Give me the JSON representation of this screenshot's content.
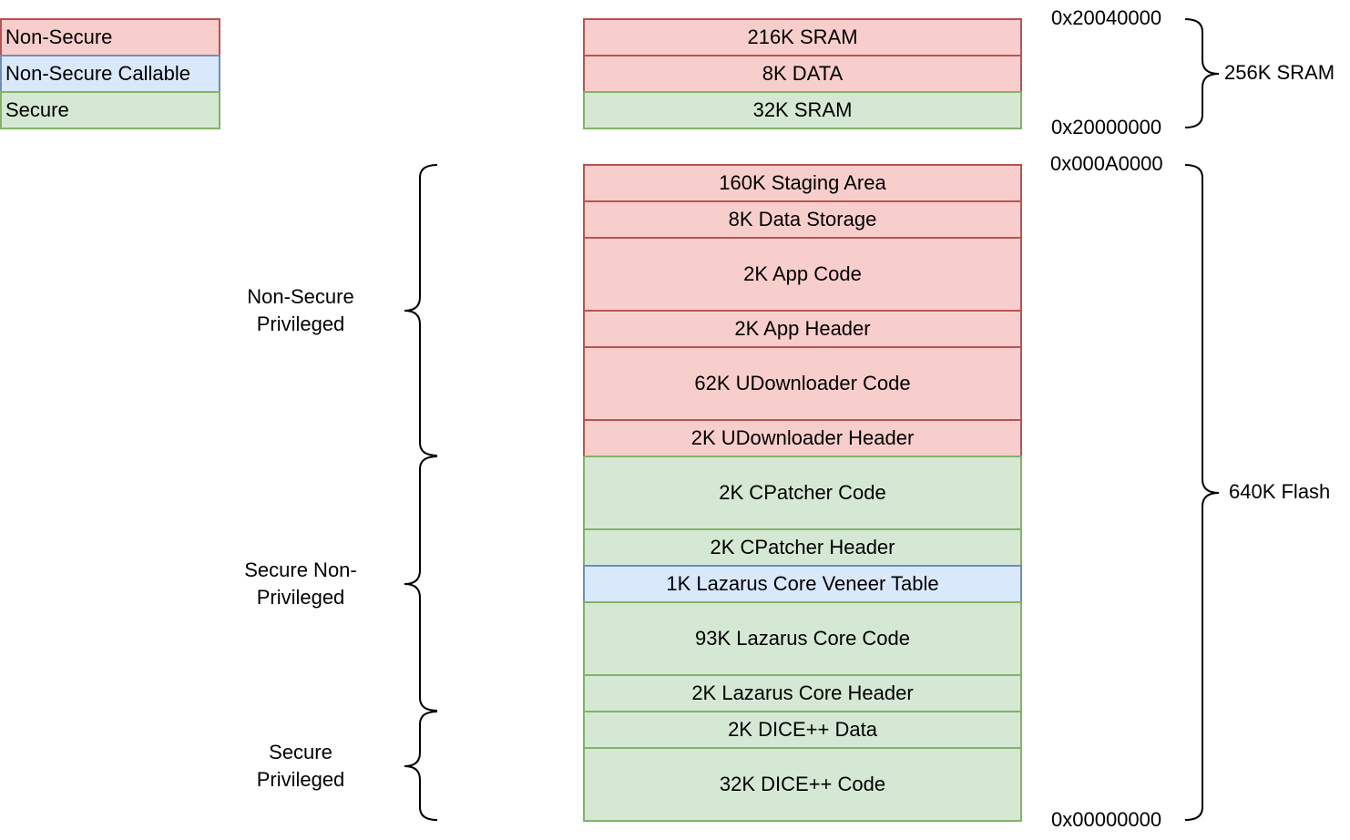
{
  "legend": {
    "non_secure": "Non-Secure",
    "non_secure_callable": "Non-Secure Callable",
    "secure": "Secure"
  },
  "sram_regions": [
    {
      "label": "216K SRAM",
      "type": "non-secure"
    },
    {
      "label": "8K DATA",
      "type": "non-secure"
    },
    {
      "label": "32K SRAM",
      "type": "secure"
    }
  ],
  "flash_regions": [
    {
      "label": "160K Staging Area",
      "type": "non-secure"
    },
    {
      "label": "8K Data Storage",
      "type": "non-secure"
    },
    {
      "label": "2K App Code",
      "type": "non-secure"
    },
    {
      "label": "2K App Header",
      "type": "non-secure"
    },
    {
      "label": "62K UDownloader Code",
      "type": "non-secure"
    },
    {
      "label": "2K UDownloader Header",
      "type": "non-secure"
    },
    {
      "label": "2K CPatcher Code",
      "type": "secure"
    },
    {
      "label": "2K CPatcher Header",
      "type": "secure"
    },
    {
      "label": "1K Lazarus Core Veneer Table",
      "type": "non-secure-callable"
    },
    {
      "label": "93K Lazarus Core Code",
      "type": "secure"
    },
    {
      "label": "2K Lazarus Core Header",
      "type": "secure"
    },
    {
      "label": "2K DICE++ Data",
      "type": "secure"
    },
    {
      "label": "32K DICE++ Code",
      "type": "secure"
    }
  ],
  "addresses": {
    "sram_top": "0x20040000",
    "sram_bottom": "0x20000000",
    "flash_top": "0x000A0000",
    "flash_bottom": "0x00000000"
  },
  "right_labels": {
    "sram": "256K SRAM",
    "flash": "640K Flash"
  },
  "privilege_labels": {
    "ns_privileged": [
      "Non-Secure",
      "Privileged"
    ],
    "secure_non_privileged": [
      "Secure Non-",
      "Privileged"
    ],
    "secure_privileged": [
      "Secure",
      "Privileged"
    ]
  },
  "colors": {
    "non_secure_fill": "#f8cecc",
    "non_secure_stroke": "#b85450",
    "nsc_fill": "#dae8fc",
    "nsc_stroke": "#6c8ebf",
    "secure_fill": "#d5e8d4",
    "secure_stroke": "#82b366"
  }
}
